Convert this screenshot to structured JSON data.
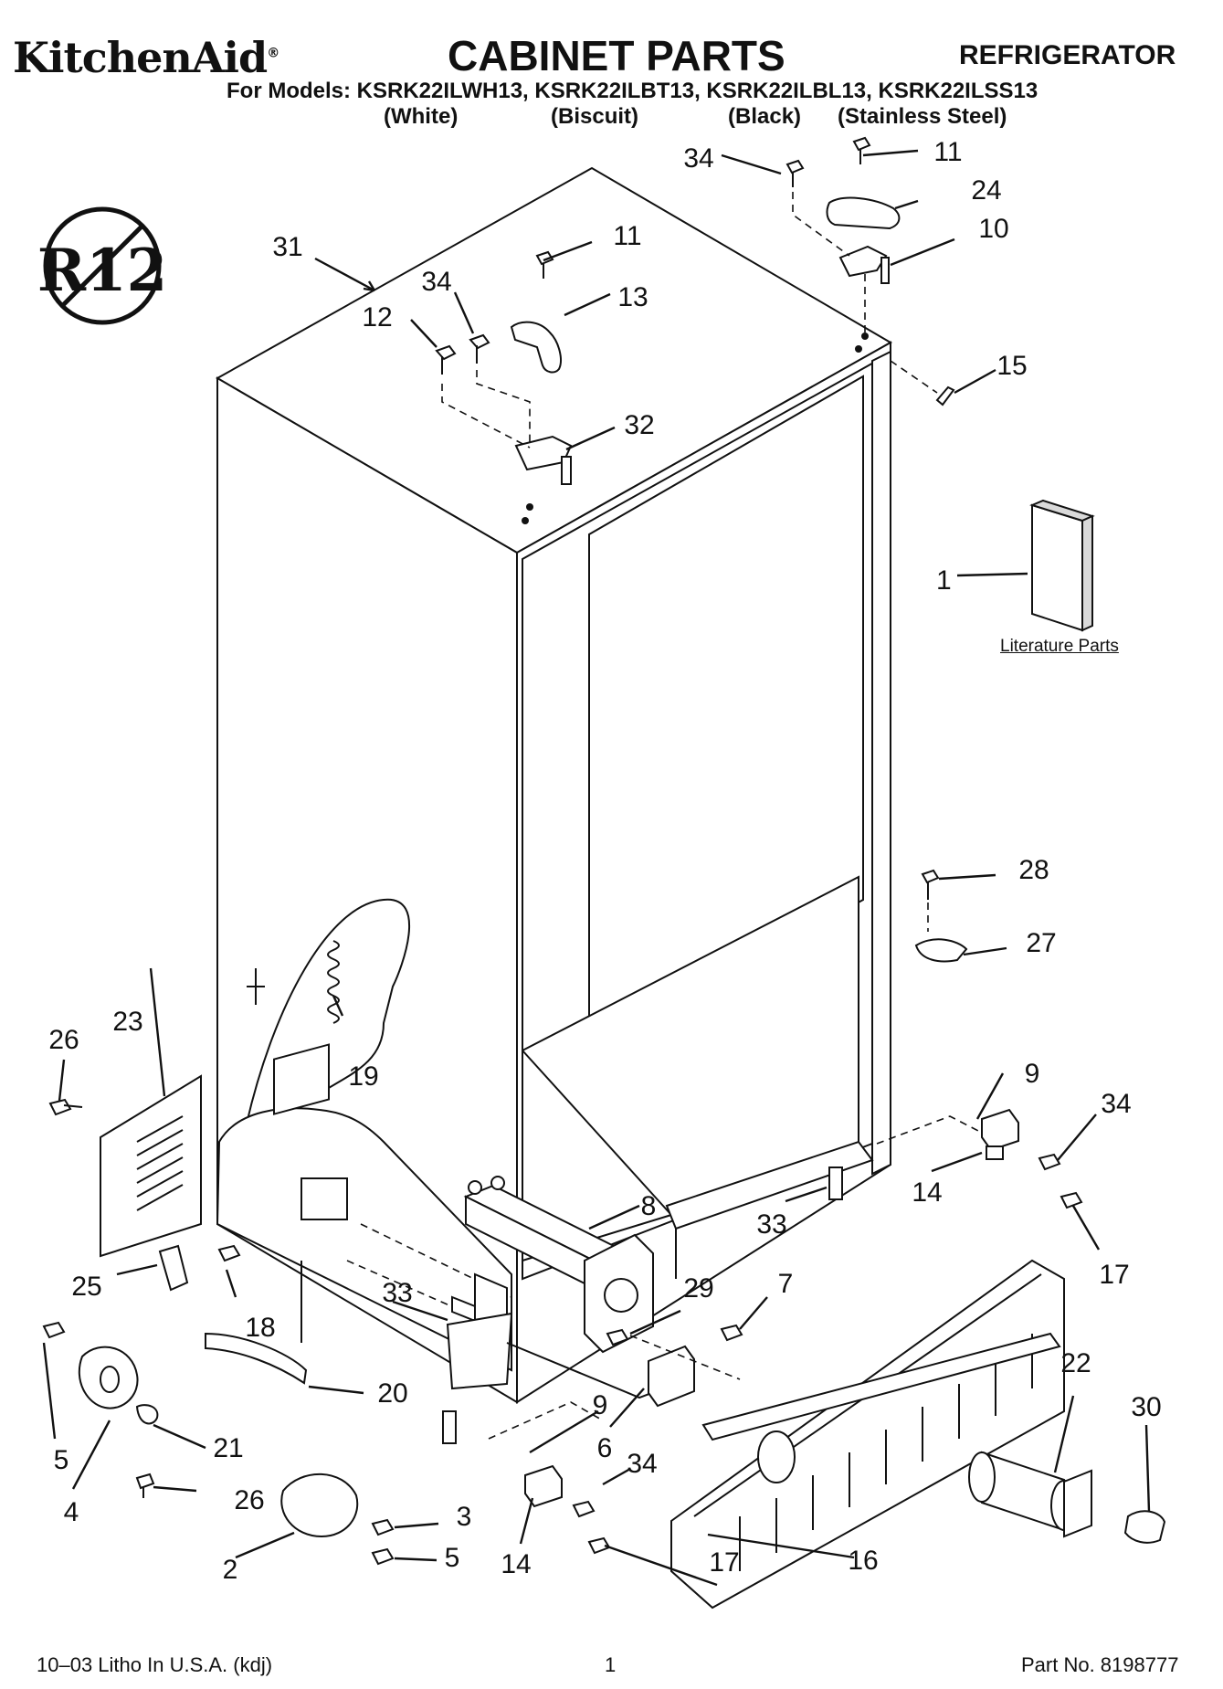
{
  "header": {
    "brand": "KitchenAid",
    "title": "CABINET PARTS",
    "product": "REFRIGERATOR",
    "models_line": "For Models: KSRK22ILWH13, KSRK22ILBT13, KSRK22ILBL13, KSRK22ILSS13",
    "variants": [
      "(White)",
      "(Biscuit)",
      "(Black)",
      "(Stainless Steel)"
    ]
  },
  "diagram": {
    "badge_text": "R12",
    "literature_label": "Literature Parts",
    "callouts": [
      "1",
      "2",
      "3",
      "4",
      "5",
      "5",
      "6",
      "7",
      "8",
      "9",
      "9",
      "10",
      "11",
      "11",
      "12",
      "13",
      "14",
      "14",
      "15",
      "16",
      "17",
      "17",
      "18",
      "19",
      "20",
      "21",
      "22",
      "23",
      "24",
      "25",
      "26",
      "26",
      "27",
      "28",
      "29",
      "30",
      "31",
      "32",
      "33",
      "33",
      "34",
      "34",
      "34",
      "34"
    ]
  },
  "footer": {
    "left": "10–03 Litho In U.S.A. (kdj)",
    "page": "1",
    "part_no": "Part No. 8198777"
  }
}
